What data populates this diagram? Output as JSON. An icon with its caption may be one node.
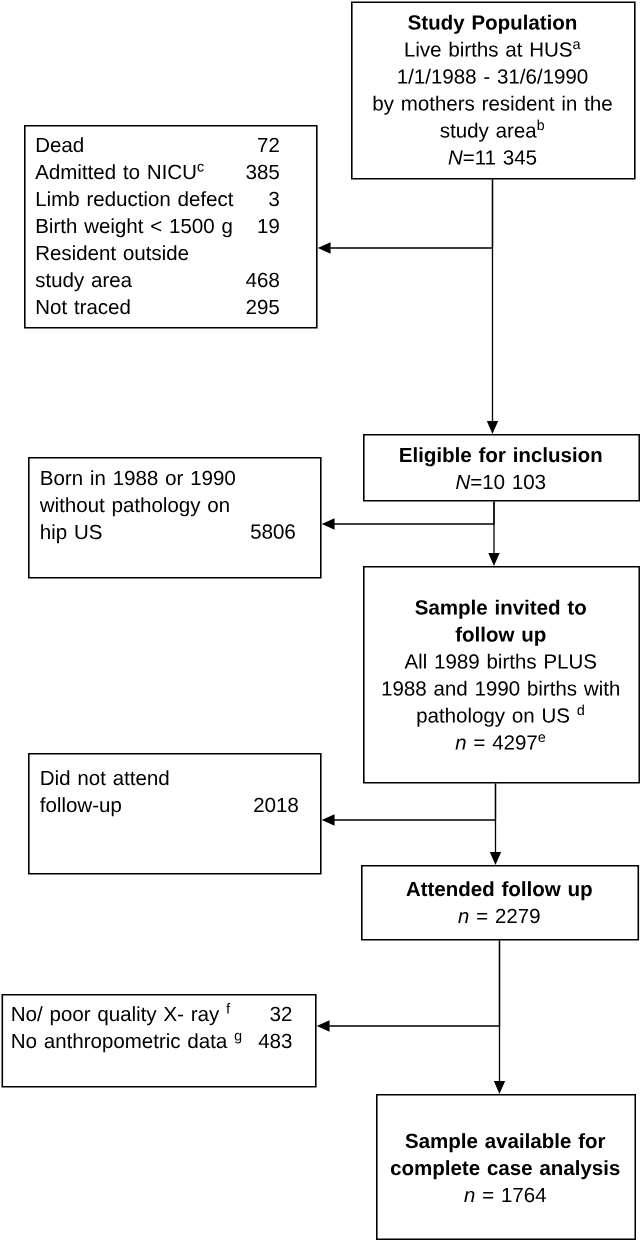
{
  "diagram": {
    "nodes": [
      {
        "text": [
          "Study Population",
          "Live births at HUS$^{a}$ 1/1/1988 - 31/6/1990 by mothers resident in the study area$^{b}$",
          "*N*=11 345"
        ]
      },
      {
        "text": [
          "Dead",
          "72",
          "Admitted to NICU$^{c}$",
          "385",
          "Limb reduction defect",
          "3",
          "Birth weight < 1500 g",
          "19",
          "Resident outside study area",
          "468",
          "Not traced",
          "295"
        ]
      },
      {
        "text": [
          "Eligible for inclusion",
          "*N*=10 103"
        ]
      },
      {
        "text": [
          "Born in 1988 or 1990 without pathology on hip US",
          "5806"
        ]
      },
      {
        "text": [
          "Sample invited to follow up",
          "All 1989 births PLUS 1988 and 1990 births with pathology on US $^{d}$",
          "*n* = 4297$^{e}$"
        ]
      },
      {
        "text": [
          "Did not attend follow-up",
          "2018"
        ]
      },
      {
        "text": [
          "Attended follow up",
          "*n* = 2279"
        ]
      },
      {
        "text": [
          "No/ poor quality X- ray $^{f}$",
          "32",
          "No anthropometric data $^{g}$",
          "483"
        ]
      },
      {
        "text": [
          "Sample available for complete case analysis",
          "*n* = 1764"
        ]
      }
    ],
    "edges": [
      {
        "from": 0,
        "to": 1,
        "arrow": "to"
      },
      {
        "from": 0,
        "to": 2,
        "arrow": "to"
      },
      {
        "from": 2,
        "to": 3,
        "arrow": "to"
      },
      {
        "from": 2,
        "to": 4,
        "arrow": "to"
      },
      {
        "from": 4,
        "to": 5,
        "arrow": "to"
      },
      {
        "from": 4,
        "to": 6,
        "arrow": "to"
      },
      {
        "from": 6,
        "to": 7,
        "arrow": "to"
      },
      {
        "from": 6,
        "to": 8,
        "arrow": "to"
      }
    ]
  }
}
